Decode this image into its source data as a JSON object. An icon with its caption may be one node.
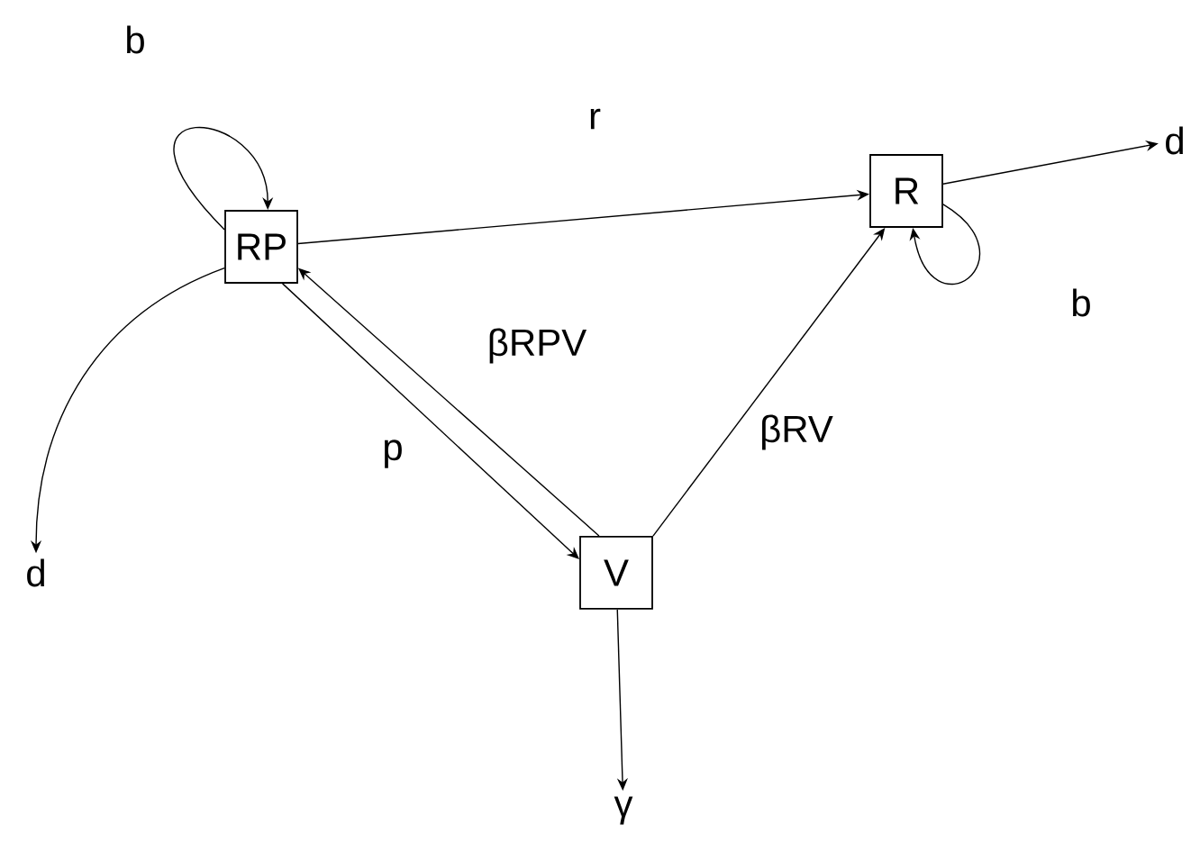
{
  "diagram": {
    "nodes": [
      {
        "text": [
          "RP"
        ]
      },
      {
        "text": [
          "R"
        ]
      },
      {
        "text": [
          "V"
        ]
      },
      {
        "text": [
          "d"
        ]
      },
      {
        "text": [
          "d"
        ]
      },
      {
        "text": [
          "γ"
        ]
      }
    ],
    "edges": [
      {
        "from": 0,
        "to": 0,
        "arrow": "to",
        "label": "b"
      },
      {
        "from": 0,
        "to": 1,
        "arrow": "to",
        "label": "r"
      },
      {
        "from": 0,
        "to": 3,
        "arrow": "to"
      },
      {
        "from": 1,
        "to": 4,
        "arrow": "to"
      },
      {
        "from": 1,
        "to": 1,
        "arrow": "to",
        "label": "b"
      },
      {
        "from": 2,
        "to": 0,
        "arrow": "to",
        "label": "βRPV"
      },
      {
        "from": 0,
        "to": 2,
        "arrow": "to",
        "label": "p"
      },
      {
        "from": 2,
        "to": 1,
        "arrow": "to",
        "label": "βRV"
      },
      {
        "from": 2,
        "to": 5,
        "arrow": "to"
      }
    ]
  }
}
